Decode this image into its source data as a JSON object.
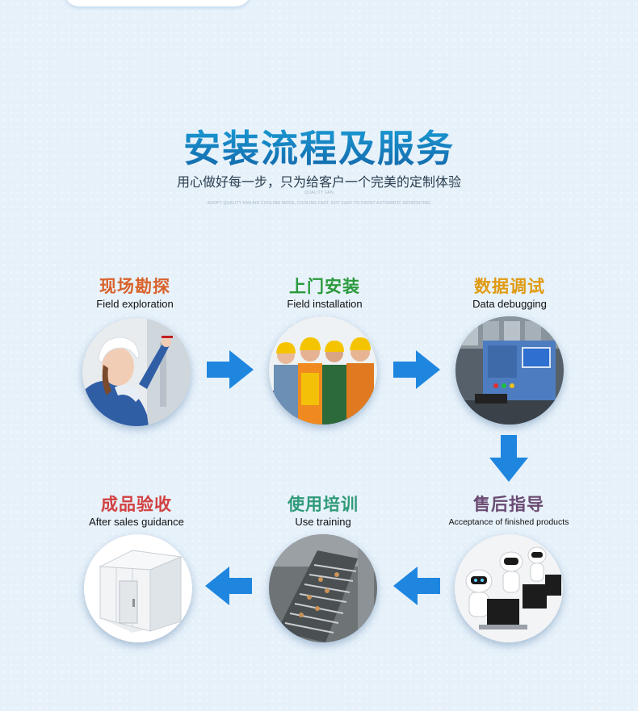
{
  "header": {
    "title": "安装流程及服务",
    "subtitle": "用心做好每一步，只为给客户一个完美的定制体验",
    "tiny_line1": "QUALITY FAN",
    "tiny_line2": "ADOPT QUALITY FAN AIR COOLING MODE, COOLING FAST, NOT EASY TO FROST AUTOMATIC DEFROSTING"
  },
  "steps": [
    {
      "title": "现场勘探",
      "subtitle": "Field exploration",
      "color": "#d9622a",
      "photo": "worker-woman-hardhat"
    },
    {
      "title": "上门安装",
      "subtitle": "Field installation",
      "color": "#2a9a3c",
      "photo": "workers-team-hardhats"
    },
    {
      "title": "数据调试",
      "subtitle": "Data debugging",
      "color": "#e09a10",
      "photo": "control-panel"
    },
    {
      "title": "售后指导",
      "subtitle": "Acceptance of finished products",
      "color": "#6a4a72",
      "photo": "robots-computers"
    },
    {
      "title": "使用培训",
      "subtitle": "Use training",
      "color": "#2f9a7a",
      "photo": "conveyor-machine"
    },
    {
      "title": "成品验收",
      "subtitle": "After sales guidance",
      "color": "#d24040",
      "photo": "cold-room"
    }
  ],
  "arrows": {
    "color": "#1f86e0",
    "icons": [
      "arrow-right-icon",
      "arrow-right-icon",
      "arrow-down-icon",
      "arrow-left-icon",
      "arrow-left-icon"
    ]
  }
}
